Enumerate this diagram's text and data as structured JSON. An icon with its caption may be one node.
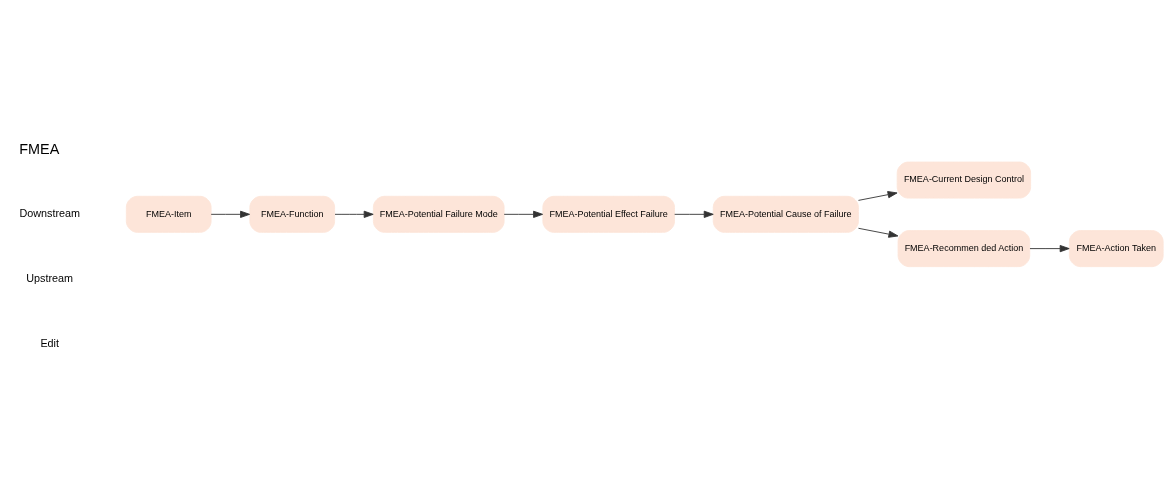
{
  "diagram": {
    "title": "FMEA",
    "nodes": [
      {
        "text": [
          "FMEA-Item"
        ]
      },
      {
        "text": [
          "FMEA-Function"
        ]
      },
      {
        "text": [
          "FMEA-Potential Failure Mode"
        ]
      },
      {
        "text": [
          "FMEA-Potential Effect Failure"
        ]
      },
      {
        "text": [
          "FMEA-Potential Cause of Failure"
        ]
      },
      {
        "text": [
          "FMEA-Current Design Control"
        ]
      },
      {
        "text": [
          "FMEA-Recommen ded Action"
        ]
      },
      {
        "text": [
          "FMEA-Action Taken"
        ]
      }
    ],
    "edges": [
      {
        "from": 0,
        "to": 1,
        "arrow": "to"
      },
      {
        "from": 1,
        "to": 2,
        "arrow": "to"
      },
      {
        "from": 2,
        "to": 3,
        "arrow": "to"
      },
      {
        "from": 3,
        "to": 4,
        "arrow": "to"
      },
      {
        "from": 4,
        "to": 5,
        "arrow": "to"
      },
      {
        "from": 4,
        "to": 6,
        "arrow": "to"
      },
      {
        "from": 6,
        "to": 7,
        "arrow": "to"
      }
    ],
    "labels": [
      "Downstream",
      "Upstream",
      "Edit"
    ]
  }
}
